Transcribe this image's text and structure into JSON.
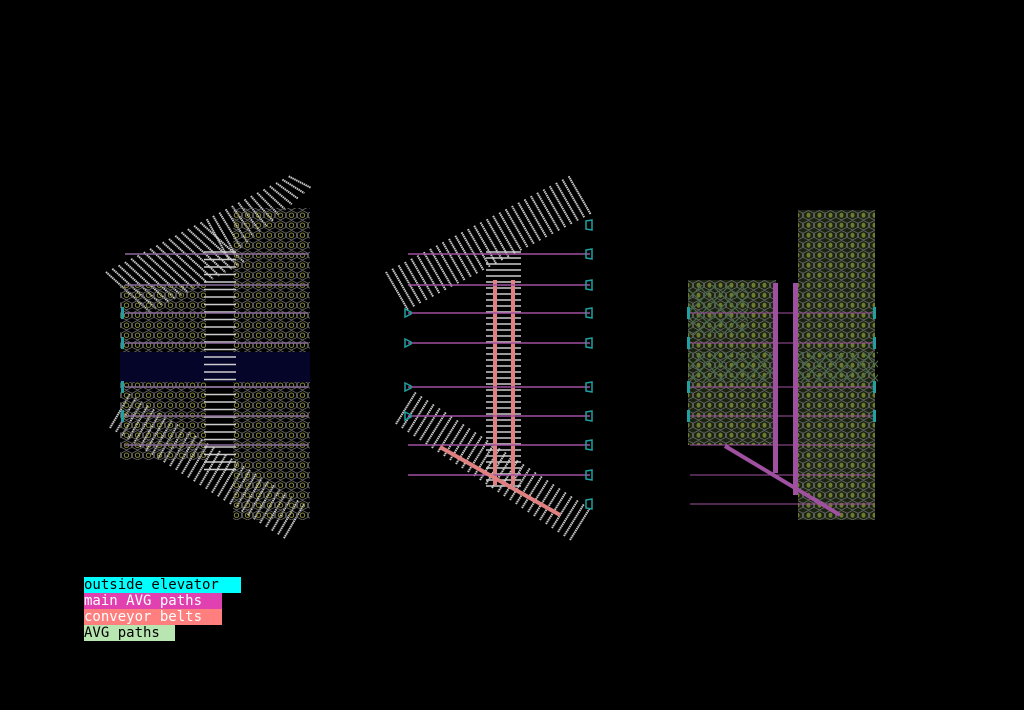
{
  "legend": [
    {
      "label": "outside elevator",
      "color": "#00ffff",
      "text_color": "#000000"
    },
    {
      "label": "main AVG paths",
      "color": "#e040b0",
      "text_color": "#ffffff"
    },
    {
      "label": "conveyor belts",
      "color": "#ff7f7f",
      "text_color": "#ffffff"
    },
    {
      "label": "AVG paths",
      "color": "#b8e6b0",
      "text_color": "#000000"
    }
  ],
  "colors": {
    "background": "#000000",
    "rack": "#cccccc",
    "cell_outline": "#777777",
    "cell_dot": "#8a8a3a",
    "avg_path": "#4a6a4a",
    "main_avg": "#a050a0",
    "conveyor": "#e08080",
    "elevator": "#20a0a0"
  },
  "layouts": [
    "layout-a",
    "layout-b",
    "layout-c"
  ]
}
